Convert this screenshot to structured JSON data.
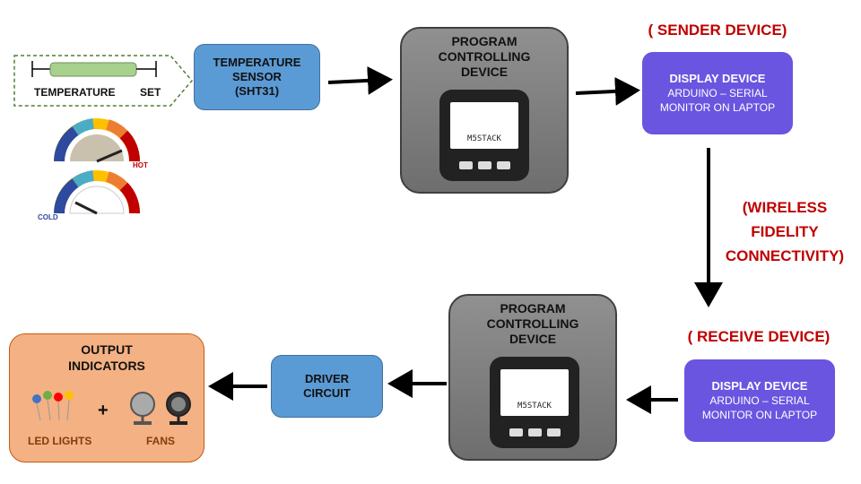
{
  "sensor_box": {
    "lines": [
      "TEMPERATURE",
      "SENSOR",
      "(SHT31)"
    ]
  },
  "temp_set": {
    "left_label": "TEMPERATURE",
    "right_label": "SET"
  },
  "gauges": {
    "hot_label": "HOT",
    "cold_label": "COLD"
  },
  "controller_top": {
    "lines": [
      "PROGRAM",
      "CONTROLLING",
      "DEVICE"
    ],
    "screen_text": "M5STACK"
  },
  "controller_bottom": {
    "lines": [
      "PROGRAM",
      "CONTROLLING",
      "DEVICE"
    ],
    "screen_text": "M5STACK"
  },
  "sender_label": "( SENDER DEVICE)",
  "receive_label": "( RECEIVE DEVICE)",
  "wireless_label": {
    "lines": [
      "(WIRELESS",
      "FIDELITY",
      "CONNECTIVITY)"
    ]
  },
  "display_top": {
    "title": "DISPLAY DEVICE",
    "lines": [
      "ARDUINO – SERIAL",
      "MONITOR ON LAPTOP"
    ]
  },
  "display_bottom": {
    "title": "DISPLAY DEVICE",
    "lines": [
      "ARDUINO – SERIAL",
      "MONITOR ON LAPTOP"
    ]
  },
  "driver_box": {
    "lines": [
      "DRIVER",
      "CIRCUIT"
    ]
  },
  "output_box": {
    "title_lines": [
      "OUTPUT",
      "INDICATORS"
    ],
    "plus": "+",
    "led_label": "LED LIGHTS",
    "fan_label": "FANS"
  },
  "colors": {
    "blue": "#5b9bd5",
    "purple": "#6a55e0",
    "red_text": "#c00000",
    "output_bg": "#f4b183"
  }
}
